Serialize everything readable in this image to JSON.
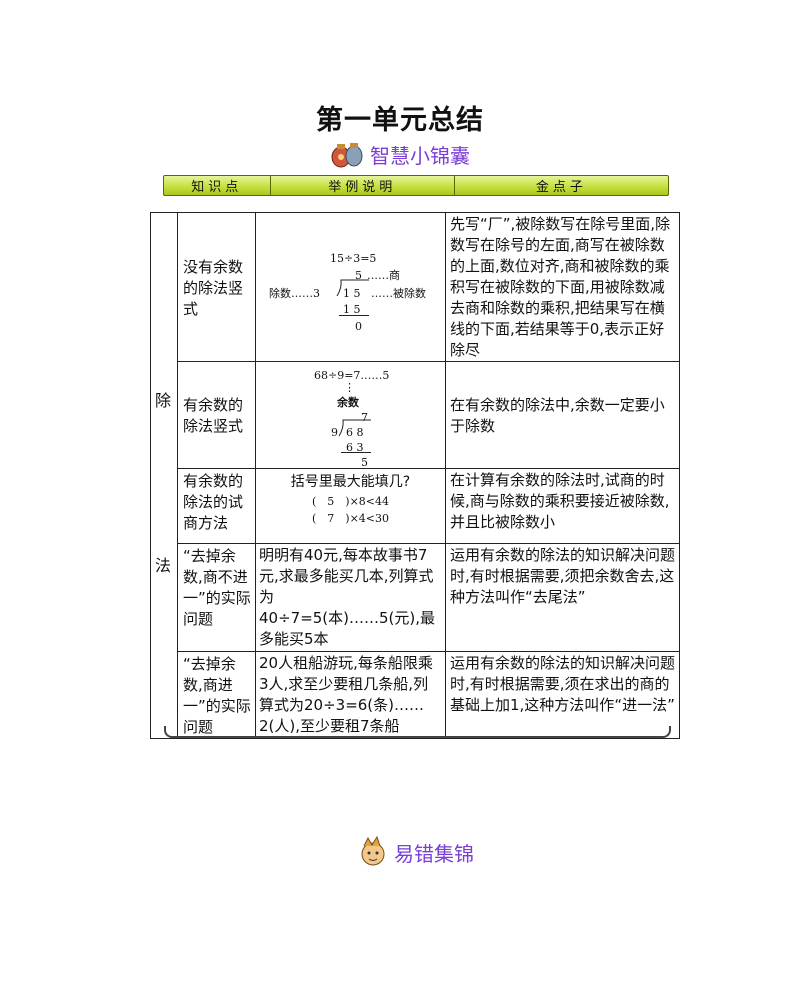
{
  "title": "第一单元总结",
  "subtitle": "智慧小锦囊",
  "header": [
    "知识点",
    "举例说明",
    "金点子"
  ],
  "category": [
    "除",
    "法"
  ],
  "rows": [
    {
      "k": "没有余数的除法竖式",
      "tip": "先写“厂”,被除数写在除号里面,除数写在除号的左面,商写在被除数的上面,数位对齐,商和被除数的乘积写在被除数的下面,用被除数减去商和除数的乘积,把结果写在横线的下面,若结果等于0,表示正好除尽",
      "ex": {
        "eq": "15÷3=5",
        "quot": "5",
        "quot_label": "……商",
        "divisor_label": "除数……3",
        "dividend": "1 5",
        "dividend_label": "……被除数",
        "product": "1 5",
        "rem": "0"
      }
    },
    {
      "k": "有余数的除法竖式",
      "tip": "在有余数的除法中,余数一定要小于除数",
      "ex": {
        "eq": "68÷9=7……5",
        "dots": "⋮",
        "label": "余数",
        "quot": "7",
        "divisor": "9",
        "dividend": "6 8",
        "product": "6 3",
        "rem": "5"
      }
    },
    {
      "k": "有余数的除法的试商方法",
      "tip": "在计算有余数的除法时,试商的时候,商与除数的乘积要接近被除数,并且比被除数小",
      "ex": {
        "q": "括号里最大能填几?",
        "l1": "(　5　)×8<44",
        "l2": "(　7　)×4<30"
      }
    },
    {
      "k": "“去掉余数,商不进一”的实际问题",
      "tip": "运用有余数的除法的知识解决问题时,有时根据需要,须把余数舍去,这种方法叫作“去尾法”",
      "ex": {
        "text": "明明有40元,每本故事书7元,求最多能买几本,列算式为",
        "calc": "40÷7=5(本)……5(元),最多能买5本"
      }
    },
    {
      "k": "“去掉余数,商进一”的实际问题",
      "tip": "运用有余数的除法的知识解决问题时,有时根据需要,须在求出的商的基础上加1,这种方法叫作“进一法”",
      "ex": {
        "text": "20人租船游玩,每条船限乘3人,求至少要租几条船,列算式为20÷3=6(条)……2(人),至少要租7条船"
      }
    }
  ],
  "footer": "易错集锦",
  "colors": {
    "accent": "#7a3fd6",
    "header_bar": "#c3de3a"
  }
}
